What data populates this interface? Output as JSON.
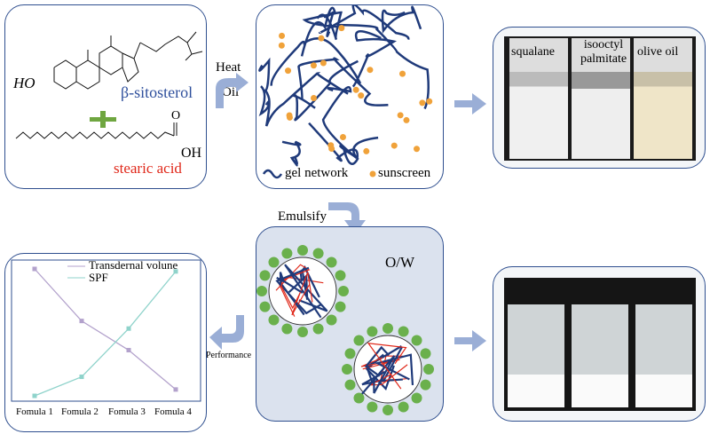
{
  "reactants": {
    "sterol": "β-sitosterol",
    "acid": "stearic acid",
    "ho": "HO",
    "o": "O",
    "oh": "OH"
  },
  "step1": {
    "heat": "Heat",
    "oil": "Oil"
  },
  "gel": {
    "legend_network": "gel network",
    "legend_sunscreen": "sunscreen"
  },
  "vials_top": [
    "squalane",
    "isooctyl palmitate",
    "olive oil"
  ],
  "step2": {
    "emulsify": "Emulsify"
  },
  "emulsion": {
    "label": "O/W"
  },
  "step3": {
    "performance": "Performance"
  },
  "colors": {
    "frame": "#2f4f8f",
    "arrow": "#9aaed6",
    "sterol": "#2e4f9c",
    "acid": "#e0291b",
    "plus": "#6fa640",
    "network": "#1f3a7a",
    "sunscreen": "#f0a23a",
    "droplet_shell": "#6ab04c",
    "transdermal": "#b3a2cc",
    "spf": "#8fd3cb"
  },
  "chart_data": {
    "type": "line",
    "categories": [
      "Fomula 1",
      "Fomula 2",
      "Fomula 3",
      "Fomula 4"
    ],
    "series": [
      {
        "name": "Transdernal volune",
        "values": [
          1.0,
          0.59,
          0.36,
          0.05
        ]
      },
      {
        "name": "SPF",
        "values": [
          0.0,
          0.15,
          0.53,
          0.98
        ]
      }
    ],
    "legend": "top-center",
    "grid": false
  }
}
